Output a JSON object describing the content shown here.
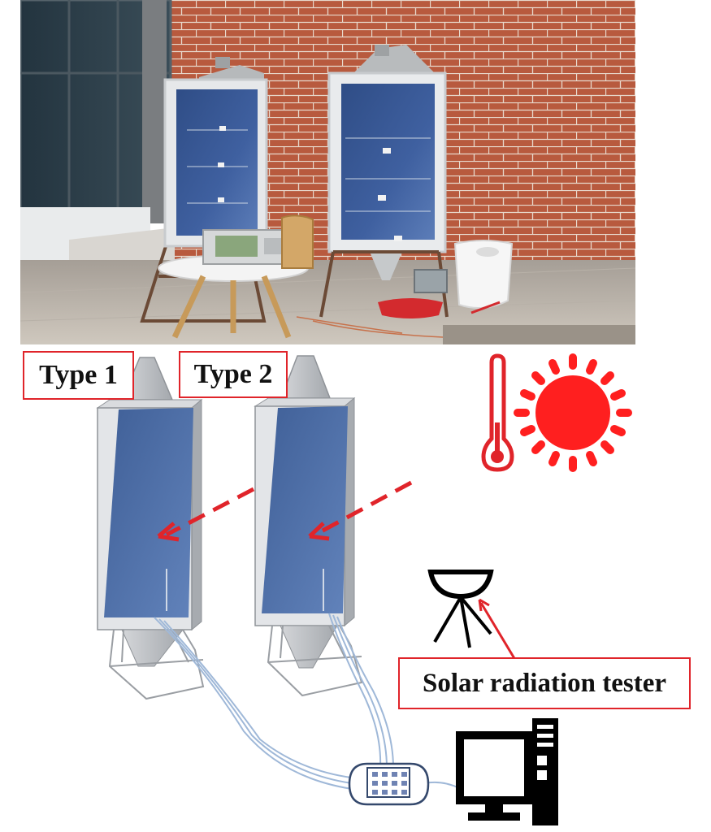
{
  "labels": {
    "type1": "Type 1",
    "type2": "Type 2",
    "tester": "Solar radiation tester"
  },
  "colors": {
    "accent": "#e0242a",
    "panel_blue": "#4a6fa8",
    "frame_grey": "#c9ccd1",
    "brick": "#b5553a",
    "cable": "#9fb8d8"
  },
  "icons": [
    "thermometer-icon",
    "sun-icon",
    "pyranometer-icon",
    "computer-icon",
    "data-logger-icon"
  ]
}
